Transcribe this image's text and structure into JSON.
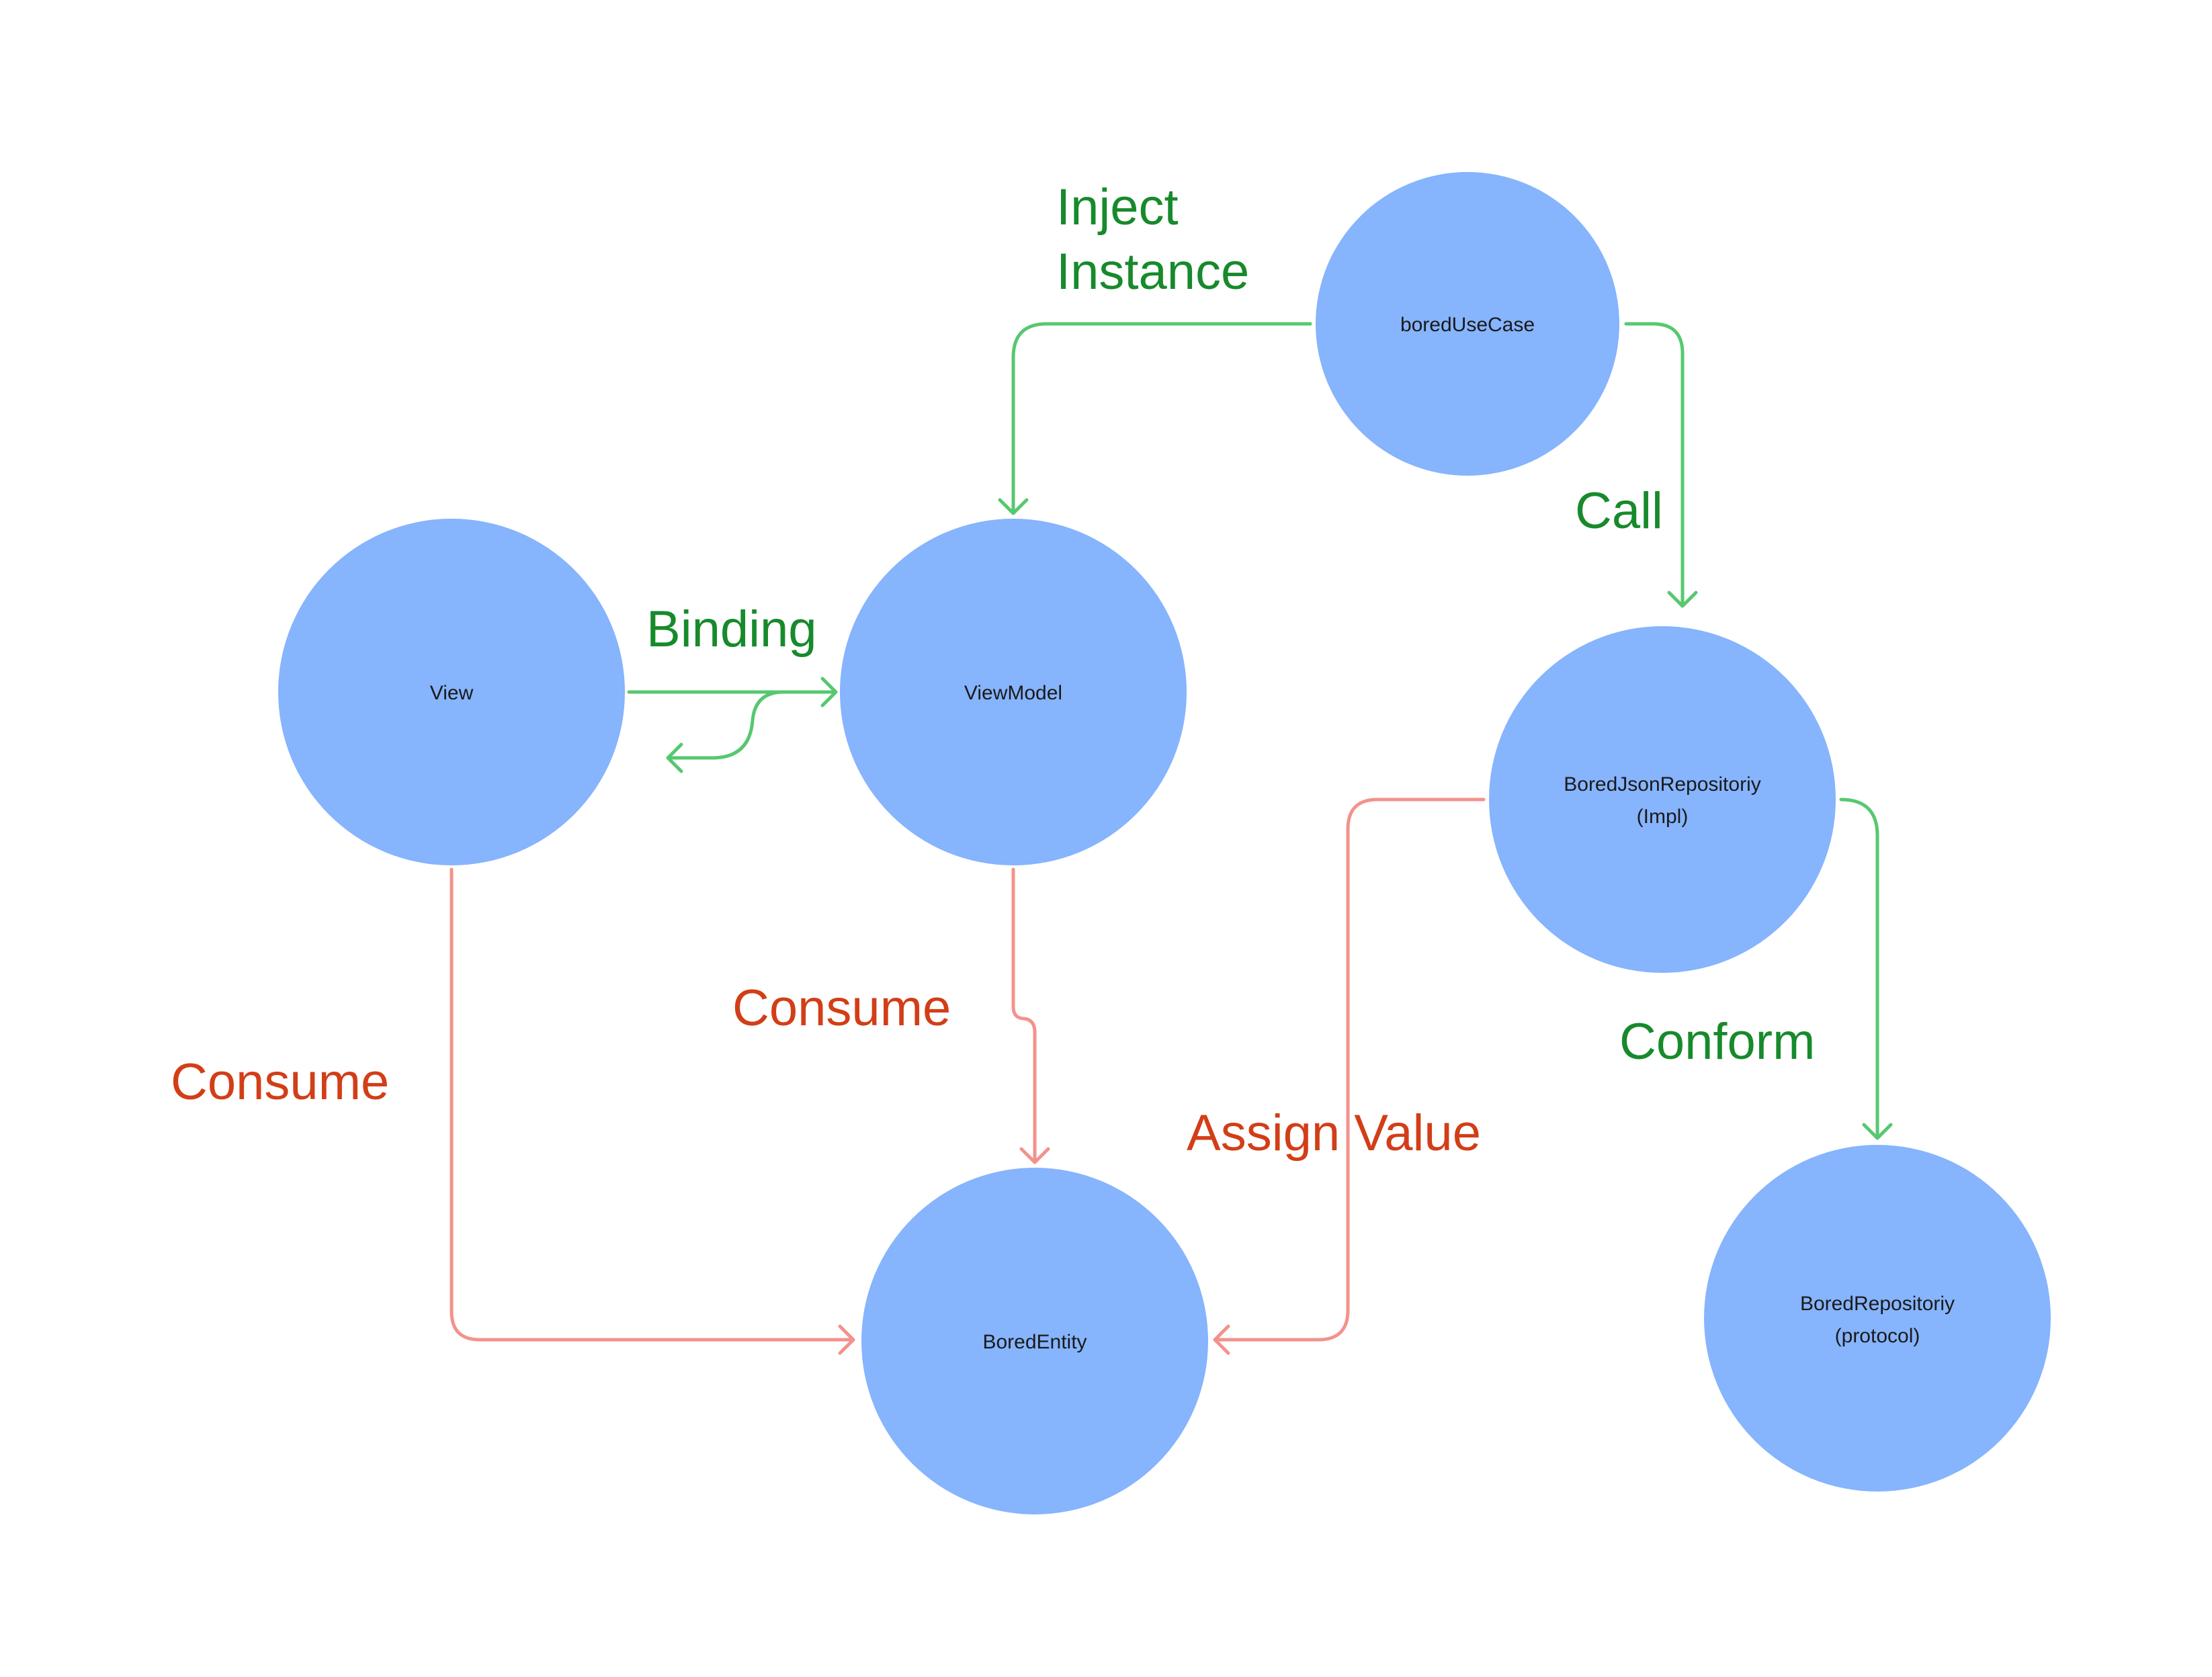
{
  "colors": {
    "node_fill": "#86b4fd",
    "green_line": "#56c86f",
    "green_text": "#178a2c",
    "red_line": "#f3928c",
    "red_text": "#d23e17",
    "background": "#ffffff"
  },
  "nodes": {
    "view": {
      "lines": [
        "View"
      ]
    },
    "viewmodel": {
      "lines": [
        "ViewModel"
      ]
    },
    "usecase": {
      "lines": [
        "boredUseCase"
      ]
    },
    "repo_impl": {
      "lines": [
        "BoredJsonRepositoriy",
        "(Impl)"
      ]
    },
    "entity": {
      "lines": [
        "BoredEntity"
      ]
    },
    "repo_protocol": {
      "lines": [
        "BoredRepositoriy",
        "(protocol)"
      ]
    }
  },
  "edges": {
    "binding": {
      "label": [
        "Binding"
      ],
      "kind": "green"
    },
    "inject": {
      "label": [
        "Inject",
        "Instance"
      ],
      "kind": "green"
    },
    "call": {
      "label": [
        "Call"
      ],
      "kind": "green"
    },
    "conform": {
      "label": [
        "Conform"
      ],
      "kind": "green"
    },
    "consume_view": {
      "label": [
        "Consume"
      ],
      "kind": "red"
    },
    "consume_viewmodel": {
      "label": [
        "Consume"
      ],
      "kind": "red"
    },
    "assign_value": {
      "label": [
        "Assign Value"
      ],
      "kind": "red"
    }
  }
}
